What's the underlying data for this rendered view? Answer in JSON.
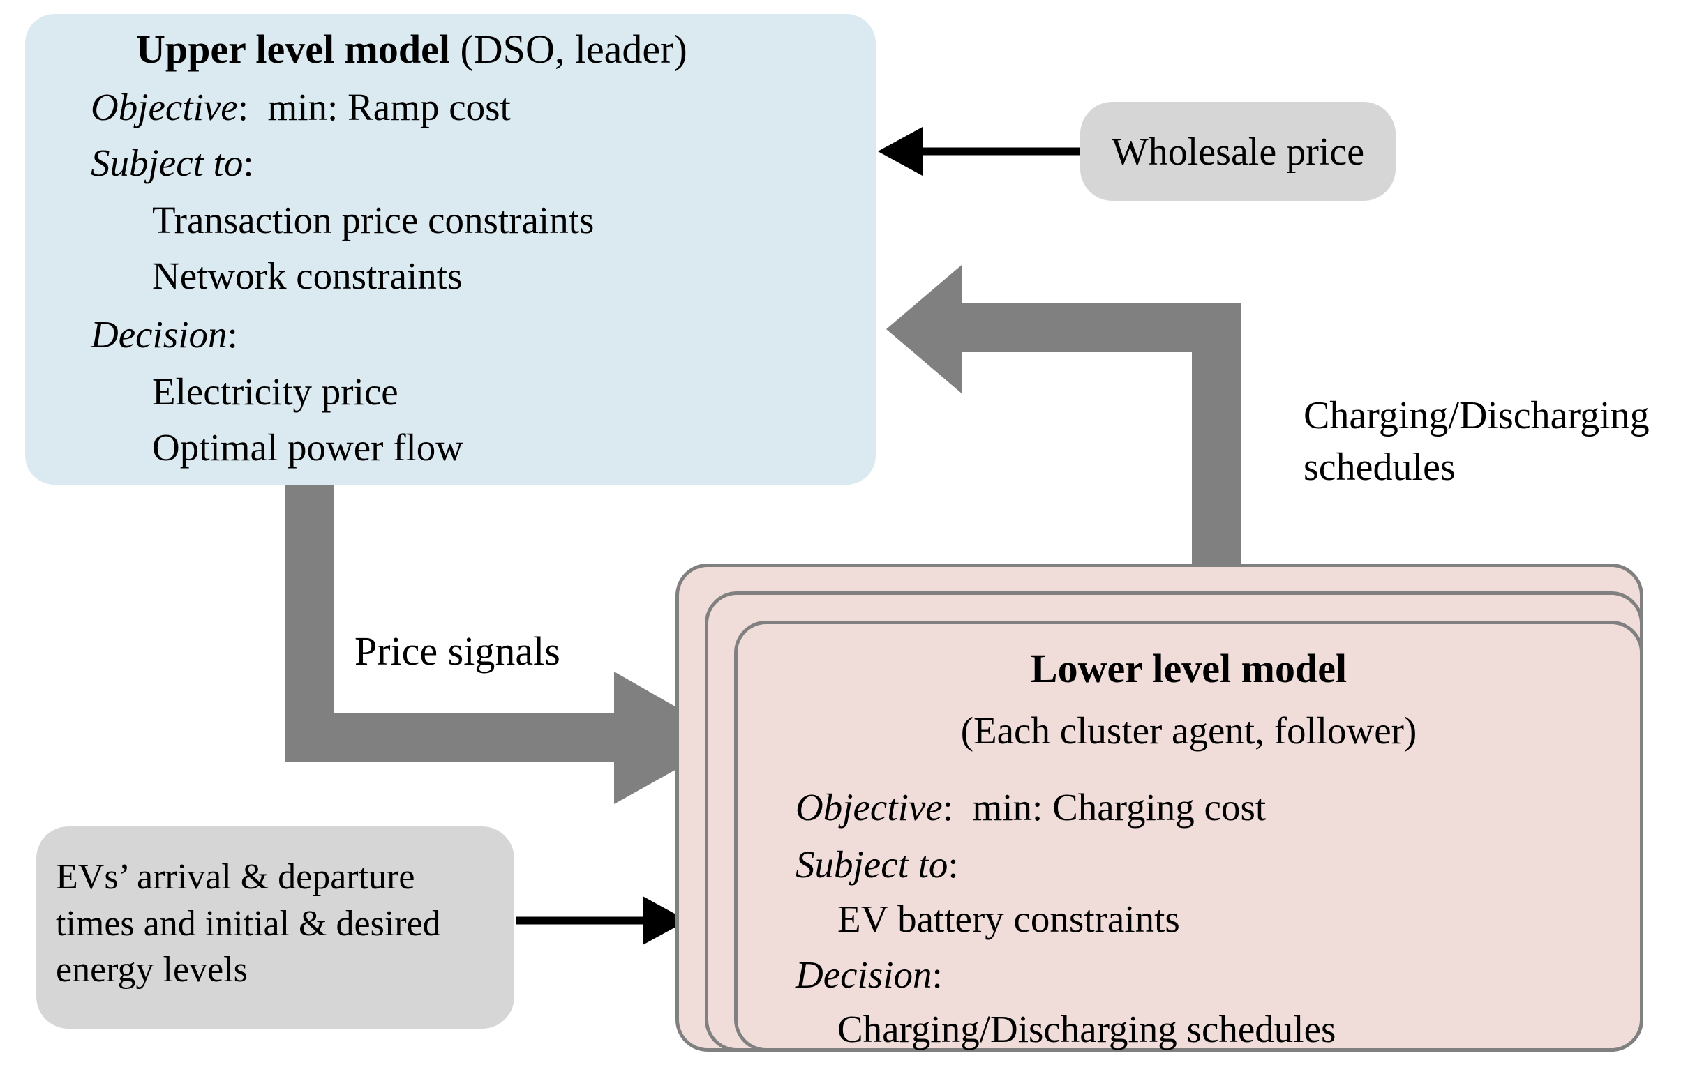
{
  "colors": {
    "upper_box_fill": "#dbeaf0",
    "lower_card_fill": "#f0dcd9",
    "lower_card_border": "#808080",
    "pill_fill": "#d6d6d6",
    "block_arrow_fill": "#808080",
    "thin_arrow_color": "#000000",
    "background": "#ffffff",
    "text": "#000000"
  },
  "upper_box": {
    "title_bold": "Upper level model",
    "title_rest": " (DSO, leader)",
    "objective_label": "Objective",
    "objective_value": ":  min: Ramp cost",
    "subject_to_label": "Subject to",
    "subject_to_colon": ":",
    "constraints": [
      "Transaction price constraints",
      "Network constraints"
    ],
    "decision_label": "Decision",
    "decision_colon": ":",
    "decisions": [
      "Electricity price",
      "Optimal power flow"
    ]
  },
  "lower_box": {
    "title": "Lower level model",
    "subtitle": "(Each cluster agent, follower)",
    "objective_label": "Objective",
    "objective_value": ":  min: Charging cost",
    "subject_to_label": "Subject to",
    "subject_to_colon": ":",
    "constraints": [
      "EV battery constraints"
    ],
    "decision_label": "Decision",
    "decision_colon": ":",
    "decisions": [
      "Charging/Discharging schedules"
    ]
  },
  "pills": {
    "wholesale_price": "Wholesale price",
    "ev_inputs": "EVs’ arrival & departure times and initial & desired energy levels"
  },
  "edge_labels": {
    "price_signals": "Price signals",
    "charging_discharging_schedules": "Charging/Discharging schedules"
  },
  "arrows": {
    "wholesale_to_upper": "thin-left-arrow",
    "lower_to_upper": "grey-elbow-left-arrow",
    "upper_to_lower": "grey-elbow-right-arrow",
    "ev_to_lower": "thin-right-arrow"
  }
}
